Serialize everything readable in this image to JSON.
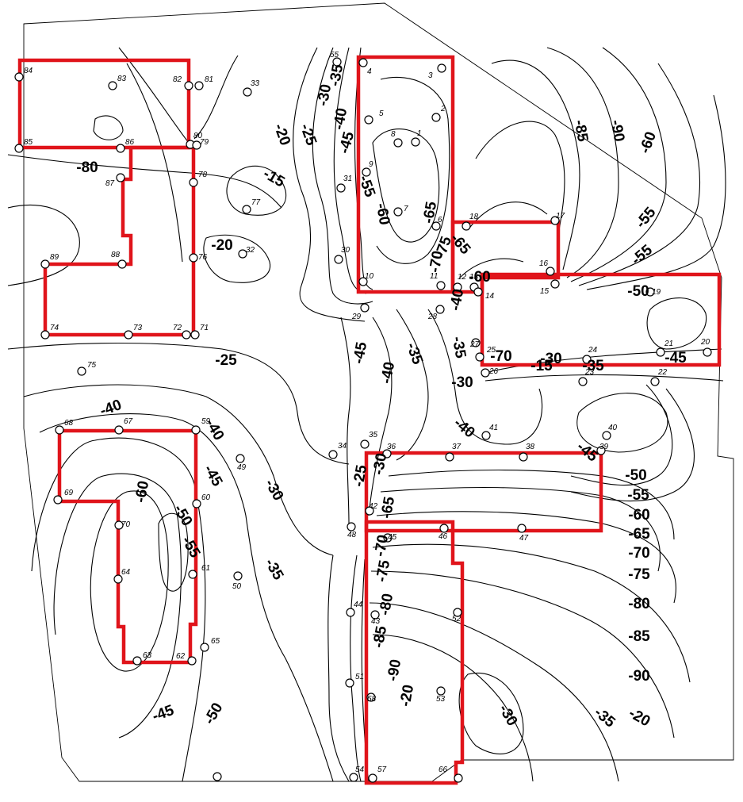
{
  "colors": {
    "building": "#e0141b",
    "line": "#000000",
    "background": "#ffffff"
  },
  "contour_labels": [
    "-30",
    "-35",
    "-40",
    "-45",
    "-20",
    "-25",
    "-55",
    "-60",
    "-65",
    "-70",
    "-75",
    "-15",
    "-20",
    "-80",
    "-85",
    "-90",
    "-60",
    "-55",
    "-55",
    "-50",
    "-45",
    "-40",
    "-35",
    "-65",
    "-60",
    "-70",
    "-15",
    "-30",
    "-35",
    "-30",
    "-40",
    "-45",
    "-50",
    "-55",
    "-60",
    "-65",
    "-70",
    "-75",
    "-80",
    "-85",
    "-90",
    "-20",
    "-25",
    "-30",
    "-35",
    "-40",
    "-45",
    "-50",
    "-55",
    "-60",
    "-65",
    "-70",
    "-75",
    "-80",
    "-85",
    "-90",
    "-20",
    "-30",
    "-35",
    "-40",
    "-45",
    "-50",
    "-45",
    "-40",
    "-35",
    "-25",
    "-30"
  ],
  "point_labels": [
    "84",
    "83",
    "82",
    "81",
    "33",
    "55",
    "4",
    "3",
    "85",
    "86",
    "80",
    "79",
    "5",
    "2",
    "8",
    "1",
    "87",
    "78",
    "9",
    "31",
    "77",
    "7",
    "6",
    "18",
    "17",
    "89",
    "88",
    "76",
    "32",
    "30",
    "10",
    "11",
    "12",
    "13",
    "16",
    "15",
    "19",
    "74",
    "73",
    "72",
    "71",
    "29",
    "28",
    "14",
    "27",
    "25",
    "24",
    "21",
    "20",
    "75",
    "26",
    "23",
    "22",
    "68",
    "67",
    "59",
    "41",
    "40",
    "39",
    "34",
    "35",
    "36",
    "37",
    "38",
    "49",
    "69",
    "60",
    "48",
    "42",
    "46",
    "45",
    "47",
    "70",
    "50",
    "64",
    "61",
    "52",
    "44",
    "43",
    "63",
    "62",
    "65",
    "53",
    "51",
    "58",
    "54",
    "57",
    "66"
  ]
}
